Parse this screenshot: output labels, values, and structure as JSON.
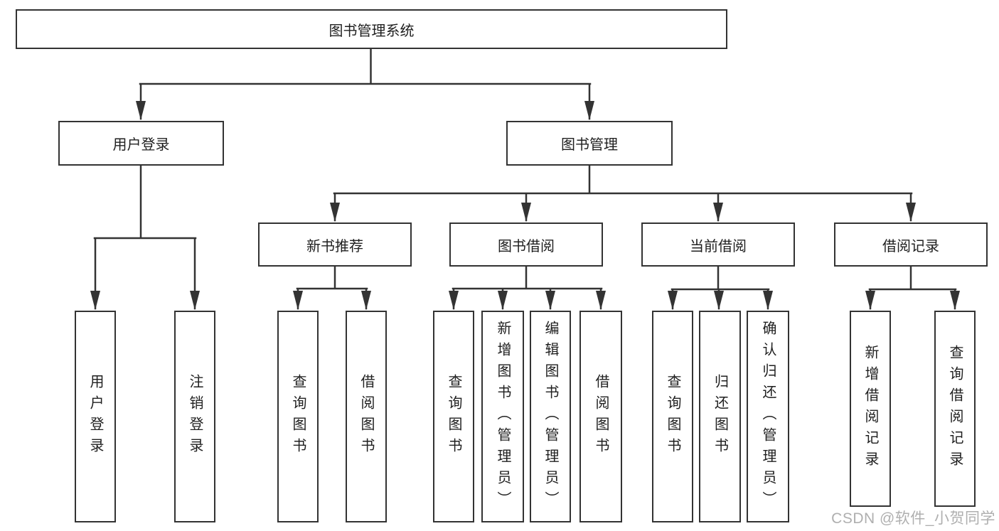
{
  "diagram": {
    "type": "hierarchy-tree",
    "colors": {
      "line": "#333333",
      "box_border": "#333333",
      "box_fill": "#ffffff",
      "text": "#1f1f1f",
      "watermark": "#a8a8a8"
    },
    "tree": {
      "label": "图书管理系统",
      "children": [
        {
          "label": "用户登录",
          "children": [
            {
              "label": "用户登录"
            },
            {
              "label": "注销登录"
            }
          ]
        },
        {
          "label": "图书管理",
          "children": [
            {
              "label": "新书推荐",
              "children": [
                {
                  "label": "查询图书"
                },
                {
                  "label": "借阅图书"
                }
              ]
            },
            {
              "label": "图书借阅",
              "children": [
                {
                  "label": "查询图书"
                },
                {
                  "label": "新增图书（管理员）"
                },
                {
                  "label": "编辑图书（管理员）"
                },
                {
                  "label": "借阅图书"
                }
              ]
            },
            {
              "label": "当前借阅",
              "children": [
                {
                  "label": "查询图书"
                },
                {
                  "label": "归还图书"
                },
                {
                  "label": "确认归还（管理员）"
                }
              ]
            },
            {
              "label": "借阅记录",
              "children": [
                {
                  "label": "新增借阅记录"
                },
                {
                  "label": "查询借阅记录"
                }
              ]
            }
          ]
        }
      ]
    }
  },
  "watermark": {
    "text": "CSDN @软件_小贺同学"
  }
}
